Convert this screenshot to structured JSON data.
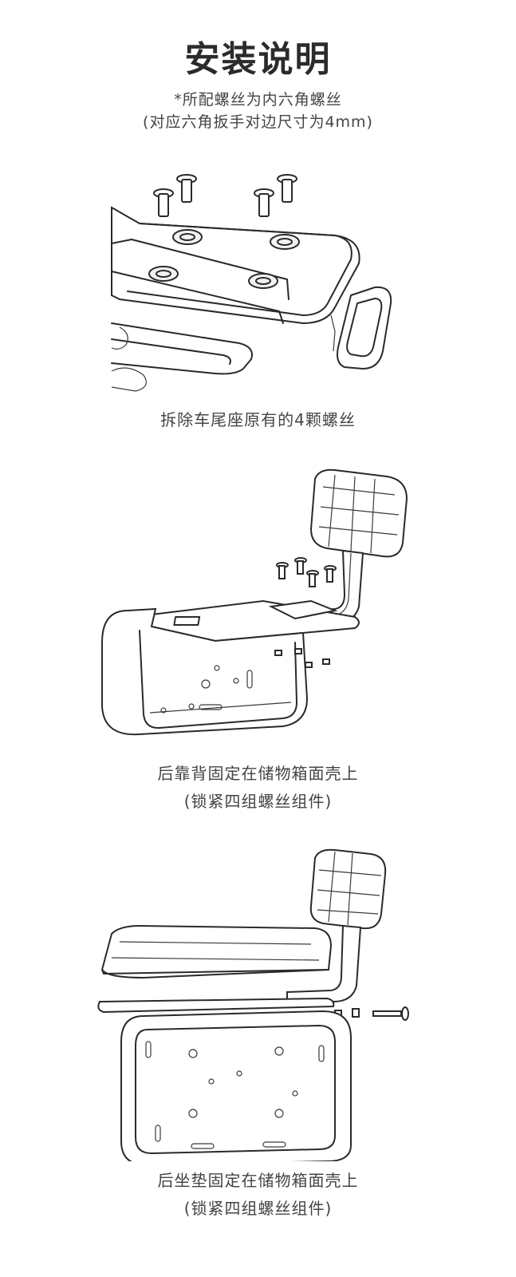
{
  "header": {
    "title": "安装说明",
    "note_line1": "*所配螺丝为内六角螺丝",
    "note_line2": "(对应六角扳手对边尺寸为4mm)"
  },
  "steps": [
    {
      "caption_line1": "拆除车尾座原有的4颗螺丝",
      "caption_line2": ""
    },
    {
      "caption_line1": "后靠背固定在储物箱面壳上",
      "caption_line2": "(锁紧四组螺丝组件)"
    },
    {
      "caption_line1": "后坐垫固定在储物箱面壳上",
      "caption_line2": "(锁紧四组螺丝组件)"
    }
  ],
  "colors": {
    "text": "#333333",
    "line": "#2a2a2a",
    "background": "#ffffff"
  }
}
